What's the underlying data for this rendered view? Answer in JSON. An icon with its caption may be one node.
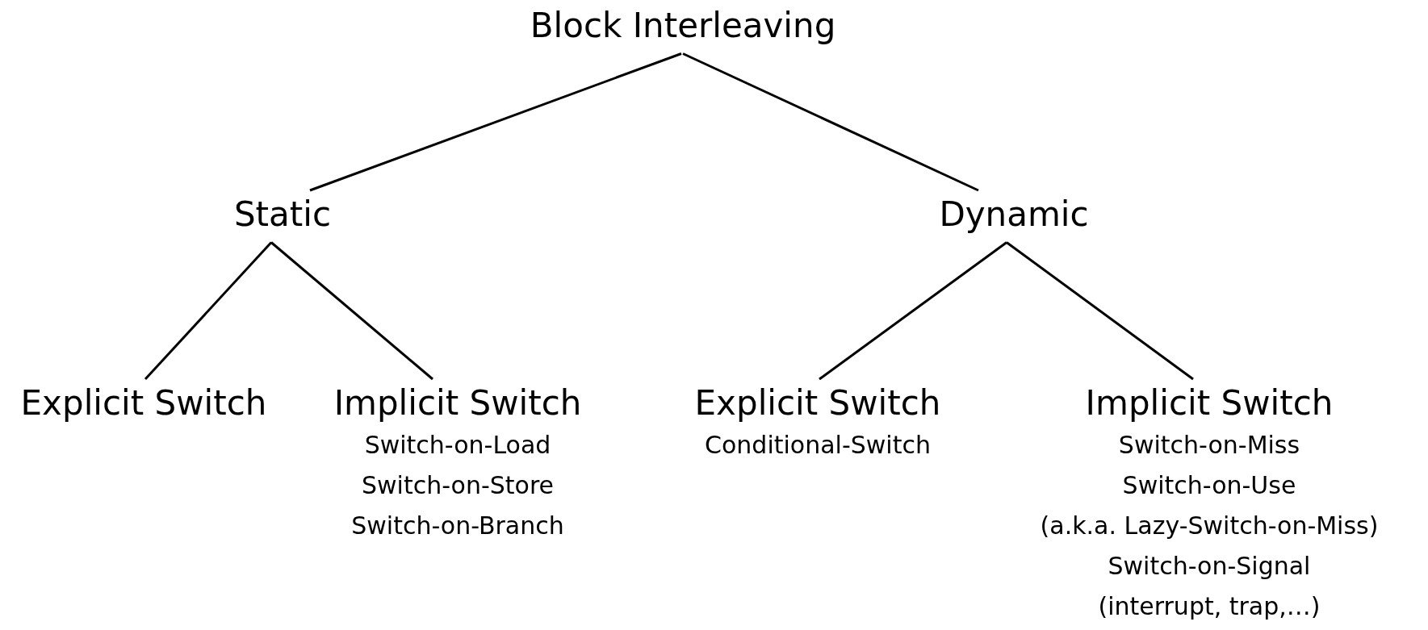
{
  "diagram": {
    "nodes": [
      {
        "text": [
          "Block Interleaving"
        ]
      },
      {
        "text": [
          "Static"
        ]
      },
      {
        "text": [
          "Dynamic"
        ]
      },
      {
        "text": [
          "Explicit Switch"
        ]
      },
      {
        "text": [
          "Implicit Switch",
          "Switch-on-Load",
          "Switch-on-Store",
          "Switch-on-Branch"
        ]
      },
      {
        "text": [
          "Explicit Switch",
          "Conditional-Switch"
        ]
      },
      {
        "text": [
          "Implicit Switch",
          "Switch-on-Miss",
          "Switch-on-Use",
          "(a.k.a. Lazy-Switch-on-Miss)",
          "Switch-on-Signal",
          "(interrupt, trap,…)"
        ]
      }
    ],
    "edges": [
      {
        "from": 0,
        "to": 1,
        "arrow": "none"
      },
      {
        "from": 0,
        "to": 2,
        "arrow": "none"
      },
      {
        "from": 1,
        "to": 3,
        "arrow": "none"
      },
      {
        "from": 1,
        "to": 4,
        "arrow": "none"
      },
      {
        "from": 2,
        "to": 5,
        "arrow": "none"
      },
      {
        "from": 2,
        "to": 6,
        "arrow": "none"
      }
    ]
  }
}
